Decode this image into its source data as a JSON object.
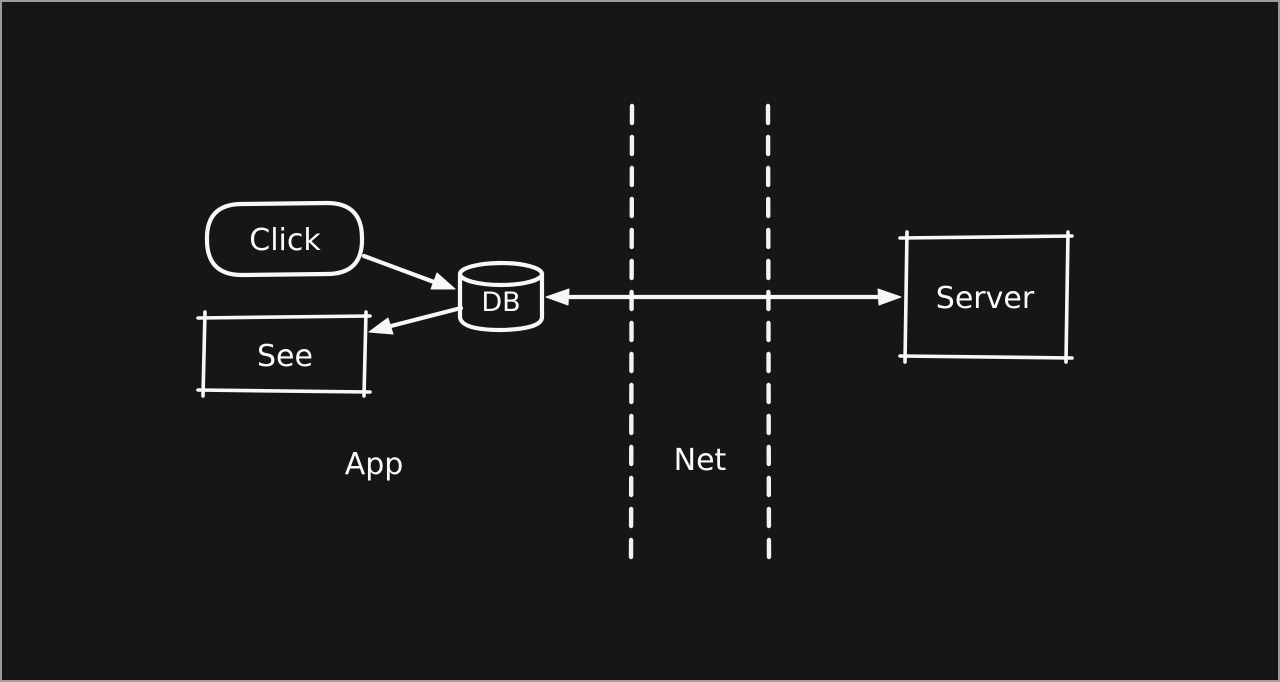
{
  "canvas": {
    "background_color": "#161618",
    "frame_border_color": "#9c9c9c",
    "stroke_color": "#f7f7f7"
  },
  "diagram": {
    "nodes": {
      "click": {
        "label": "Click",
        "shape": "rounded-pill"
      },
      "see": {
        "label": "See",
        "shape": "rectangle"
      },
      "db": {
        "label": "DB",
        "shape": "cylinder"
      },
      "server": {
        "label": "Server",
        "shape": "rectangle"
      }
    },
    "zones": {
      "app": {
        "label": "App"
      },
      "net": {
        "label": "Net"
      }
    },
    "edges": [
      {
        "from": "Click",
        "to": "DB",
        "type": "arrow"
      },
      {
        "from": "DB",
        "to": "See",
        "type": "arrow"
      },
      {
        "from": "DB",
        "to": "Server",
        "type": "double-arrow"
      }
    ]
  }
}
